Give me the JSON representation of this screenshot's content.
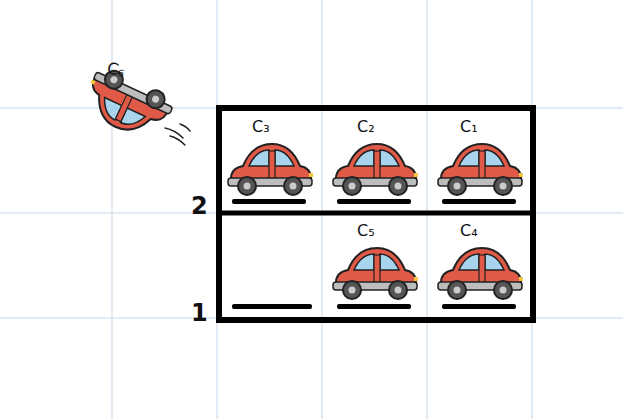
{
  "diagram": {
    "labels": [
      "C₆",
      "C₃",
      "C₂",
      "C₁",
      "2",
      "C₅",
      "C₄",
      "1"
    ]
  }
}
